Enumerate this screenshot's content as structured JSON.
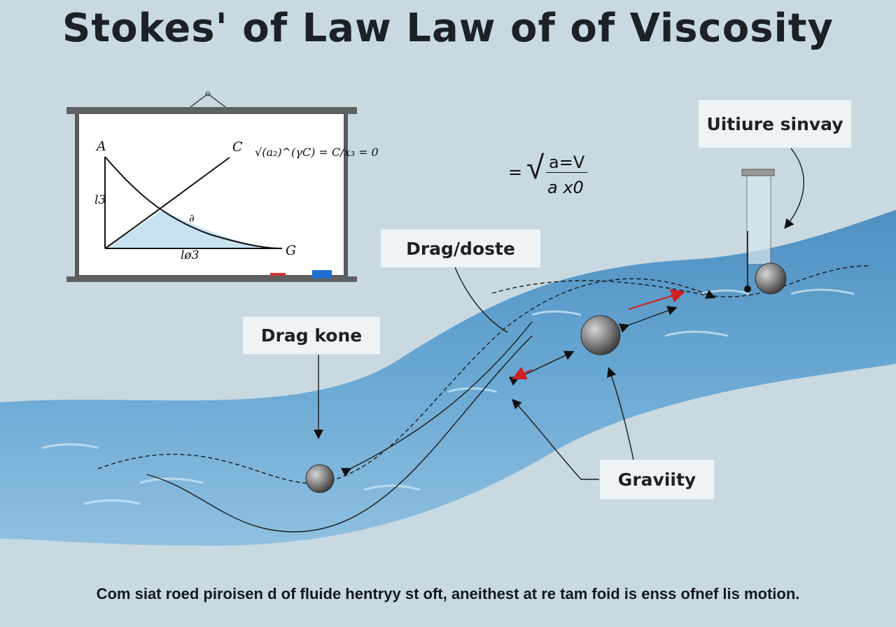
{
  "title": "Stokes' of Law Law of of Viscosity",
  "whiteboard": {
    "point_a": "A",
    "point_c": "C",
    "point_g": "G",
    "y_axis_label": "l3",
    "x_axis_label": "lø3",
    "curve_label": "∂",
    "equation": "√(a₂)^(γC) = C/x₃ = 0"
  },
  "equation": {
    "prefix": "=",
    "numerator": "a=V",
    "denominator": "a x0"
  },
  "labels": {
    "top_right": "Uitiure sinvay",
    "drag_doste": "Drag/doste",
    "drag_kone": "Drag kone",
    "gravity": "Graviity"
  },
  "footer": "Com siat roed piroisen d of fluide hentryy st oft, aneithest at re tam foid is enss ofnef lis motion.",
  "colors": {
    "background": "#c8d9e1",
    "water": "#5d9cc8",
    "arrow_red": "#d02020"
  }
}
